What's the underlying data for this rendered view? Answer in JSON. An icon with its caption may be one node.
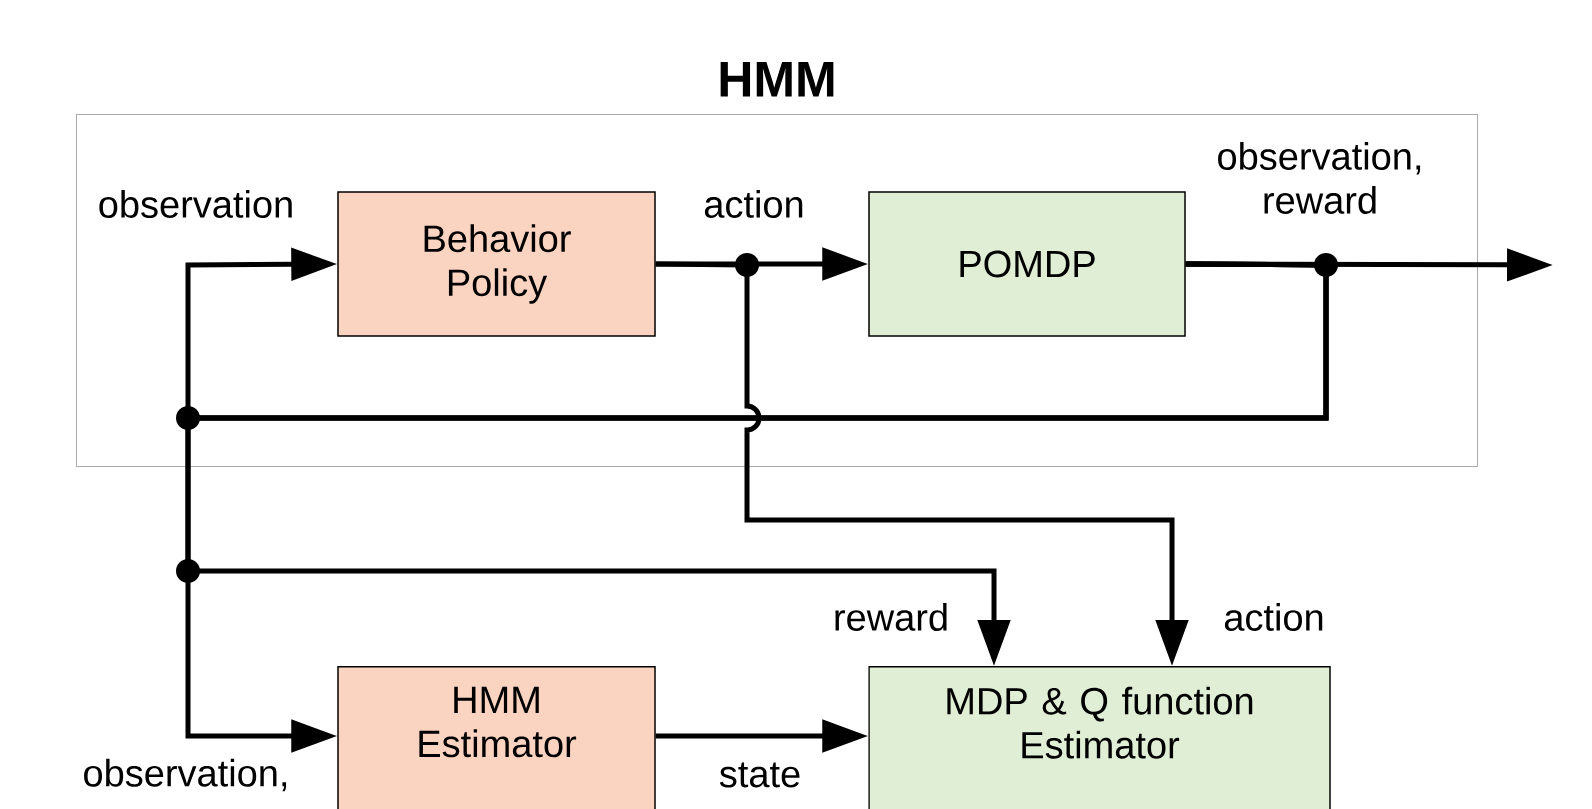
{
  "diagram": {
    "nodes": [
      {
        "text": [
          "HMM"
        ]
      },
      {
        "text": [
          "Behavior Policy"
        ],
        "in": 0
      },
      {
        "text": [
          "POMDP"
        ],
        "in": 0
      },
      {
        "text": [
          "HMM Estimator"
        ]
      },
      {
        "text": [
          "MDP & Q function Estimator"
        ]
      }
    ],
    "edges": [
      {
        "from": 1,
        "to": 2,
        "arrow": "to",
        "label": "action"
      },
      {
        "from": 1,
        "to": 4,
        "arrow": "to",
        "label": "action"
      },
      {
        "from": 2,
        "to": null,
        "arrow": "to",
        "label": "observation, reward"
      },
      {
        "from": 2,
        "to": 1,
        "arrow": "to",
        "label": "observation"
      },
      {
        "from": 2,
        "to": 3,
        "arrow": "to",
        "label": "observation,"
      },
      {
        "from": 2,
        "to": 4,
        "arrow": "to",
        "label": "reward"
      },
      {
        "from": 3,
        "to": 4,
        "arrow": "to",
        "label": "state"
      }
    ]
  }
}
